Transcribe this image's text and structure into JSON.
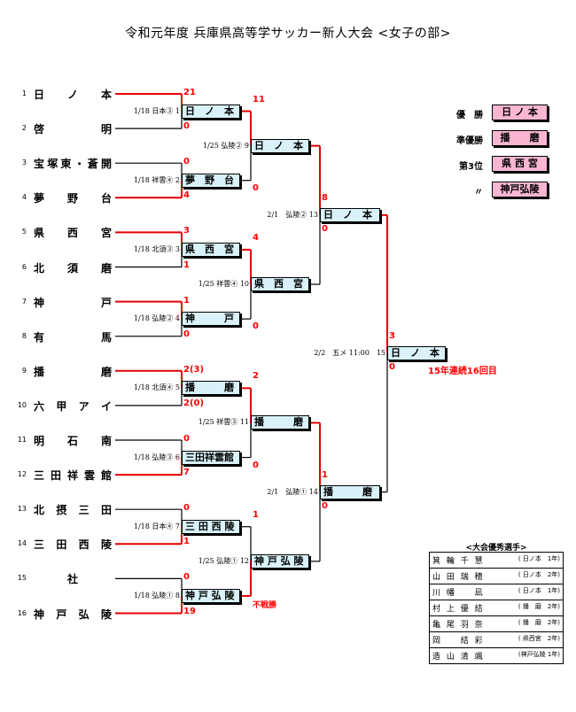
{
  "title": "令和元年度 兵庫県高等学サッカー新人大会 <女子の部>",
  "teams": [
    {
      "seed": "1",
      "name": "日　ノ　本"
    },
    {
      "seed": "2",
      "name": "啓　　　明"
    },
    {
      "seed": "3",
      "name": "宝塚東・蒼開"
    },
    {
      "seed": "4",
      "name": "夢　野　台"
    },
    {
      "seed": "5",
      "name": "県　西　宮"
    },
    {
      "seed": "6",
      "name": "北　須　磨"
    },
    {
      "seed": "7",
      "name": "神　　　戸"
    },
    {
      "seed": "8",
      "name": "有　　　馬"
    },
    {
      "seed": "9",
      "name": "播　　　磨"
    },
    {
      "seed": "10",
      "name": "六 甲 ア イ"
    },
    {
      "seed": "11",
      "name": "明　石　南"
    },
    {
      "seed": "12",
      "name": "三田祥雲館"
    },
    {
      "seed": "13",
      "name": "北 摂 三 田"
    },
    {
      "seed": "14",
      "name": "三 田 西 陵"
    },
    {
      "seed": "15",
      "name": "社"
    },
    {
      "seed": "16",
      "name": "神 戸 弘 陵"
    }
  ],
  "r1": [
    {
      "meta": "1/18 日本③ 1",
      "winner": "日　ノ　本",
      "score_top": "21",
      "score_bot": "0"
    },
    {
      "meta": "1/18 祥雲④ 2",
      "winner": "夢　野　台",
      "score_top": "0",
      "score_bot": "4"
    },
    {
      "meta": "1/18 北須③ 3",
      "winner": "県　西　宮",
      "score_top": "3",
      "score_bot": "1"
    },
    {
      "meta": "1/18 弘陵② 4",
      "winner": "神　　　戸",
      "score_top": "1",
      "score_bot": "0"
    },
    {
      "meta": "1/18 北須④ 5",
      "winner": "播　　　磨",
      "score_top": "2(3)",
      "score_bot": "2(0)"
    },
    {
      "meta": "1/18 弘陵③ 6",
      "winner": "三田祥雲館",
      "score_top": "0",
      "score_bot": "7"
    },
    {
      "meta": "1/18 日本④ 7",
      "winner": "三 田 西 陵",
      "score_top": "0",
      "score_bot": "1"
    },
    {
      "meta": "1/18 弘陵① 8",
      "winner": "神 戸 弘 陵",
      "score_top": "0",
      "score_bot": "19"
    }
  ],
  "r2": [
    {
      "meta": "1/25 弘陵② 9",
      "winner": "日　ノ　本",
      "score_top": "11",
      "score_bot": "0"
    },
    {
      "meta": "1/25 祥雲④ 10",
      "winner": "県　西　宮",
      "score_top": "4",
      "score_bot": "0"
    },
    {
      "meta": "1/25 祥雲③ 11",
      "winner": "播　　　磨",
      "score_top": "2",
      "score_bot": "0"
    },
    {
      "meta": "1/25 弘陵① 12",
      "winner": "神 戸 弘 陵",
      "score_top": "1",
      "score_bot": "不戦勝"
    }
  ],
  "r3": [
    {
      "meta": "2/1　弘陵② 13",
      "winner": "日　ノ　本",
      "score_top": "8",
      "score_bot": "0"
    },
    {
      "meta": "2/1　弘陵① 14",
      "winner": "播　　　磨",
      "score_top": "1",
      "score_bot": "0"
    }
  ],
  "final": {
    "meta": "2/2　五メ 11:00　15",
    "winner": "日　ノ　本",
    "score_top": "3",
    "score_bot": "0",
    "note": "15年連続16回目"
  },
  "results": [
    {
      "label": "優　勝",
      "team": "日 ノ 本"
    },
    {
      "label": "準優勝",
      "team": "播　　磨"
    },
    {
      "label": "第3位",
      "team": "県 西 宮"
    },
    {
      "label": "〃",
      "team": "神戸弘陵"
    }
  ],
  "mvp": {
    "title": "<大会優秀選手>",
    "players": [
      {
        "name": "箕 輪 千 慧",
        "school": "( 日ノ本　1年)"
      },
      {
        "name": "山 田 瑞 穂",
        "school": "( 日ノ本　2年)"
      },
      {
        "name": "川 幡 　 凪",
        "school": "( 日ノ本　1年)"
      },
      {
        "name": "村 上 優 結",
        "school": "( 播　磨　2年)"
      },
      {
        "name": "亀 尾 羽 奈",
        "school": "( 播　磨　2年)"
      },
      {
        "name": "岡 　 結 彩",
        "school": "( 県西宮　2年)"
      },
      {
        "name": "造 山 清 颯",
        "school": "(神戸弘陵 1年)"
      }
    ]
  },
  "colors": {
    "win_line": "#e60000",
    "lose_line": "#000000",
    "box": "#d9f2f9",
    "result_box": "#f9b6d2"
  }
}
